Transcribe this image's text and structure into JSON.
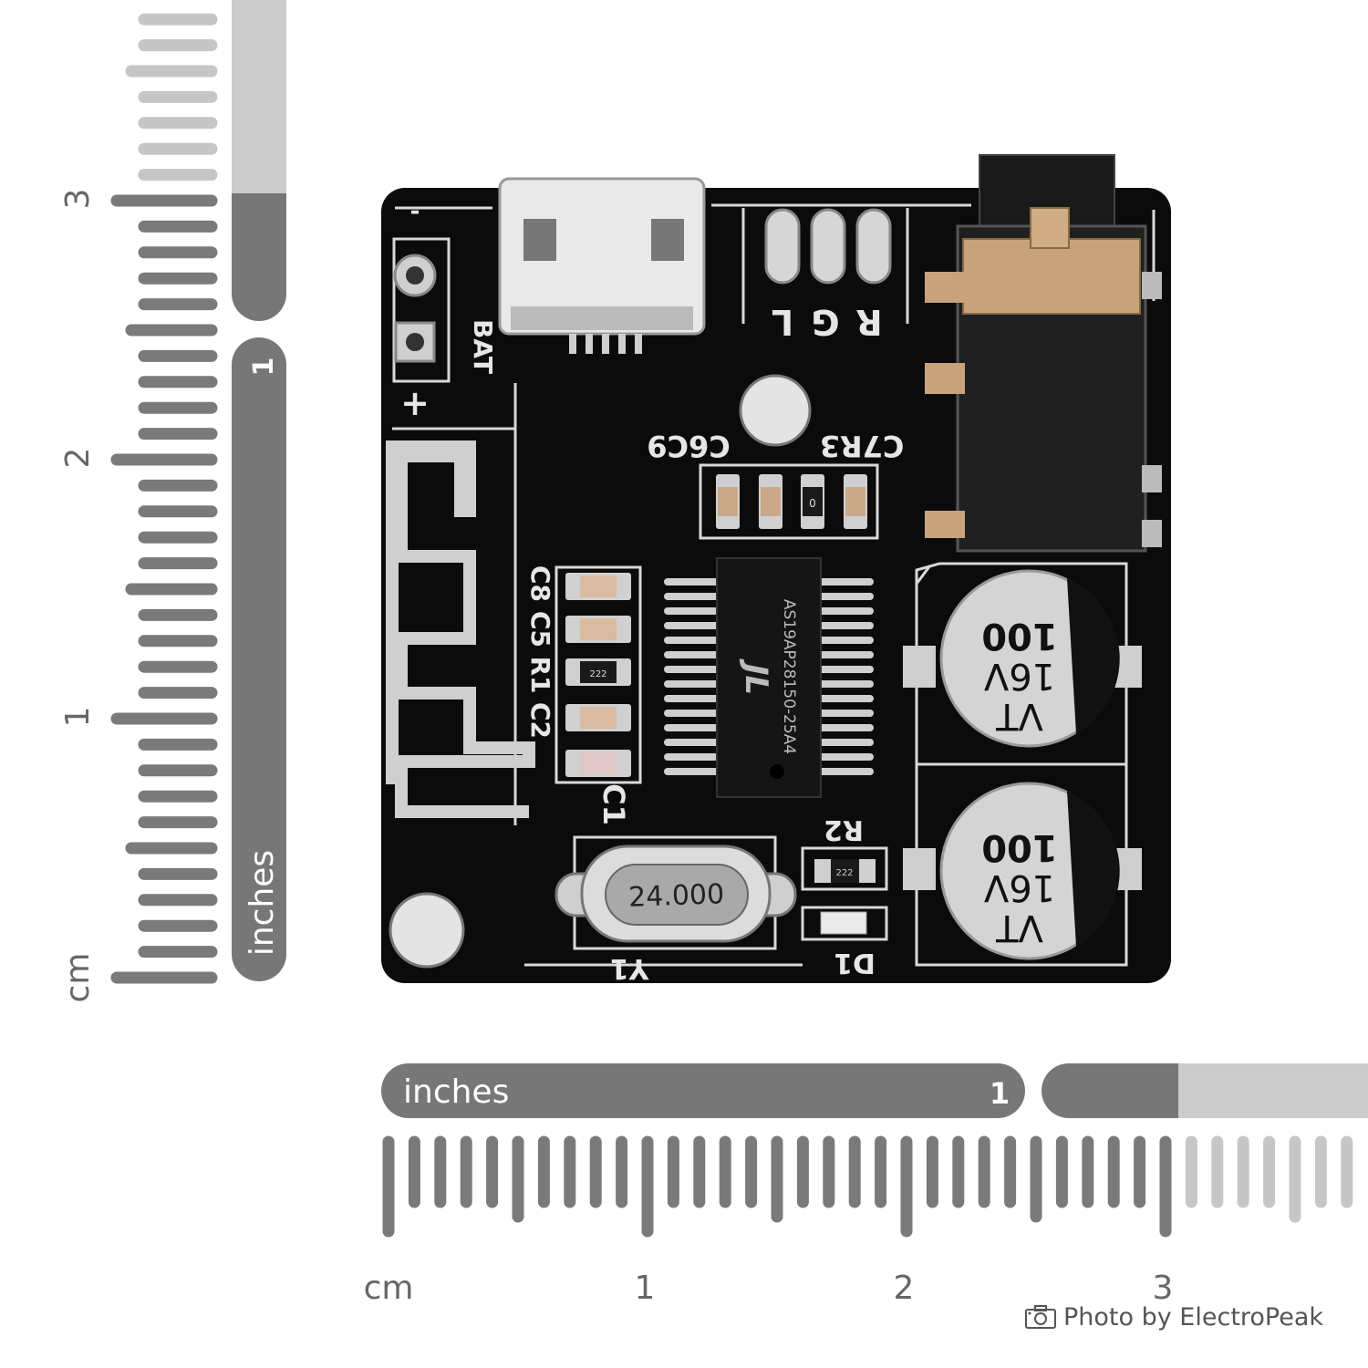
{
  "photo": {
    "subject": "Bluetooth audio receiver module PCB with micro-USB, 3.5mm jack, two capacitors"
  },
  "rulers": {
    "vertical": {
      "unit_cm": "cm",
      "unit_in": "inches",
      "cm_numbers": [
        "1",
        "2",
        "3"
      ],
      "inch_number": "1"
    },
    "horizontal": {
      "unit_cm": "cm",
      "unit_in": "inches",
      "cm_numbers": [
        "1",
        "2",
        "3"
      ],
      "inch_number": "1"
    }
  },
  "pcb_labels": {
    "bat": "BAT",
    "minus": "-",
    "plus": "+",
    "audio_pins": [
      "R",
      "G",
      "L"
    ],
    "c7r3": "C7R3",
    "c6c9": "C6C9",
    "side_caps": [
      "C8",
      "C5",
      "R1",
      "C2"
    ],
    "c1": "C1",
    "r2": "R2",
    "d1": "D1",
    "y1": "Y1",
    "resistor_code": "222",
    "resistor_zero": "0",
    "chip_logo": "JL",
    "chip_marking": "AS19AP28150-25A4",
    "crystal": "24.000",
    "cap_value": "100",
    "cap_voltage": "16V",
    "cap_series": "VT"
  },
  "credit": {
    "text": "Photo by ElectroPeak",
    "icon": "camera-icon"
  }
}
